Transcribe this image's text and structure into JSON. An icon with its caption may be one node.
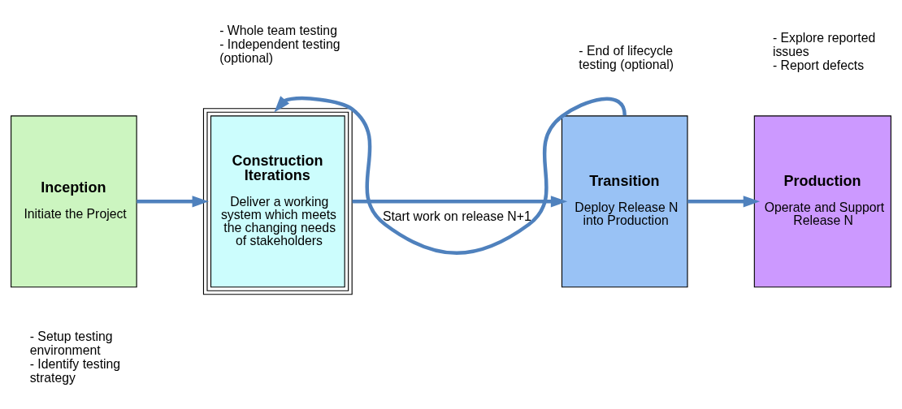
{
  "diagram": {
    "nodes": [
      {
        "text": [
          "Inception",
          "Initiate the Project"
        ],
        "beside": [
          "- Setup testing environment",
          "- Identify testing strategy"
        ]
      },
      {
        "text": [
          "Construction Iterations",
          "Deliver a working system which meets the changing needs of stakeholders"
        ],
        "beside": [
          "- Whole team testing",
          "- Independent testing (optional)"
        ]
      },
      {
        "text": [
          "Transition",
          "Deploy Release N into Production"
        ],
        "beside": [
          "- End of lifecycle testing (optional)"
        ]
      },
      {
        "text": [
          "Production",
          "Operate and Support Release N"
        ],
        "beside": [
          "- Explore reported issues",
          "- Report defects"
        ]
      }
    ],
    "edges": [
      {
        "from": 0,
        "to": 1,
        "arrow": "to"
      },
      {
        "from": 1,
        "to": 2,
        "arrow": "to"
      },
      {
        "from": 2,
        "to": 3,
        "arrow": "to"
      },
      {
        "from": 2,
        "to": 1,
        "arrow": "to",
        "label": "Start work on release N+1"
      }
    ]
  }
}
